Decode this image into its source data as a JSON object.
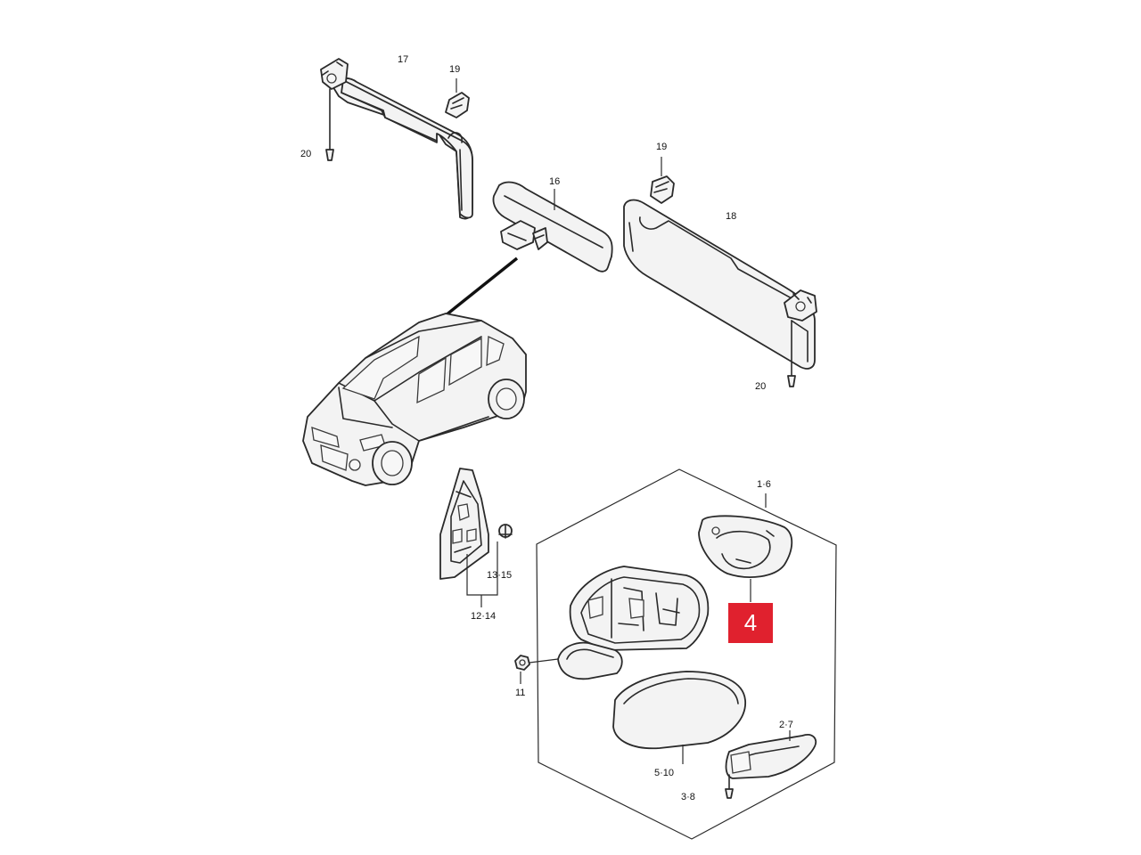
{
  "labels": {
    "p17": "17",
    "p19a": "19",
    "p20a": "20",
    "p16": "16",
    "p19b": "19",
    "p18": "18",
    "p20b": "20",
    "p1_6": "1·6",
    "p13_15": "13·15",
    "p12_14": "12·14",
    "p11": "11",
    "p2_7": "2·7",
    "p5_10": "5·10",
    "p3_8": "3·8"
  },
  "callout": {
    "text": "4",
    "color": "#e0212e"
  }
}
